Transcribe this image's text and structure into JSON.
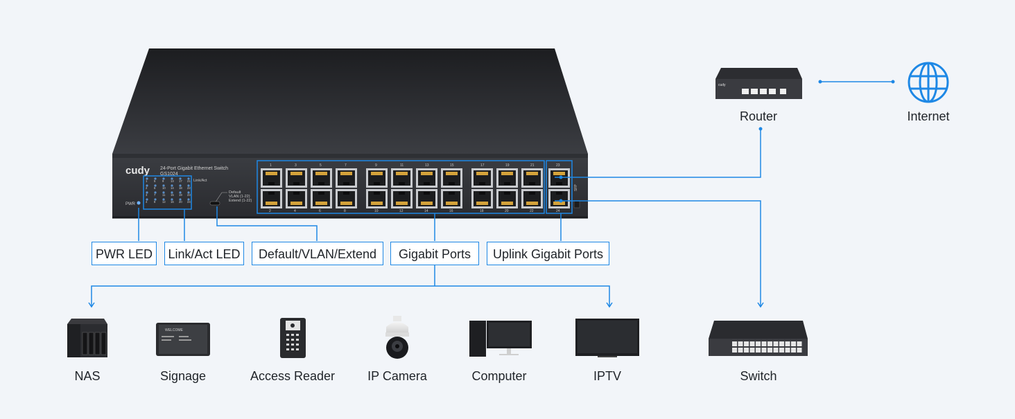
{
  "switch_panel": {
    "brand": "cudy",
    "model_title": "24-Port Gigabit Ethernet Switch",
    "model_code": "GS1024",
    "pwr_label": "PWR",
    "link_act_label": "Link/Act",
    "mode_labels": [
      "Default",
      "VLAN (1-22)",
      "Extend (1-22)"
    ],
    "led_numbers": [
      "1",
      "5",
      "9",
      "13",
      "17",
      "21",
      "2",
      "6",
      "10",
      "14",
      "18",
      "22",
      "3",
      "7",
      "11",
      "15",
      "19",
      "23",
      "4",
      "8",
      "12",
      "16",
      "20",
      "24"
    ],
    "top_port_numbers": [
      "1",
      "3",
      "5",
      "7",
      "9",
      "11",
      "13",
      "15",
      "17",
      "19",
      "21"
    ],
    "bottom_port_numbers": [
      "2",
      "4",
      "6",
      "8",
      "10",
      "12",
      "14",
      "16",
      "18",
      "20",
      "22"
    ],
    "uplink_top": "23",
    "uplink_bottom": "24",
    "sfp_label": "SFP"
  },
  "callouts": {
    "pwr_led": "PWR LED",
    "link_act_led": "Link/Act LED",
    "mode": "Default/VLAN/Extend",
    "gigabit_ports": "Gigabit Ports",
    "uplink_ports": "Uplink Gigabit Ports"
  },
  "devices": {
    "router": "Router",
    "internet": "Internet",
    "switch": "Switch",
    "nas": "NAS",
    "signage": "Signage",
    "access_reader": "Access Reader",
    "ip_camera": "IP Camera",
    "computer": "Computer",
    "iptv": "IPTV"
  },
  "signage_screen_text": "WELCOME",
  "router_brand": "cudy",
  "accent_color": "#1e88e5"
}
